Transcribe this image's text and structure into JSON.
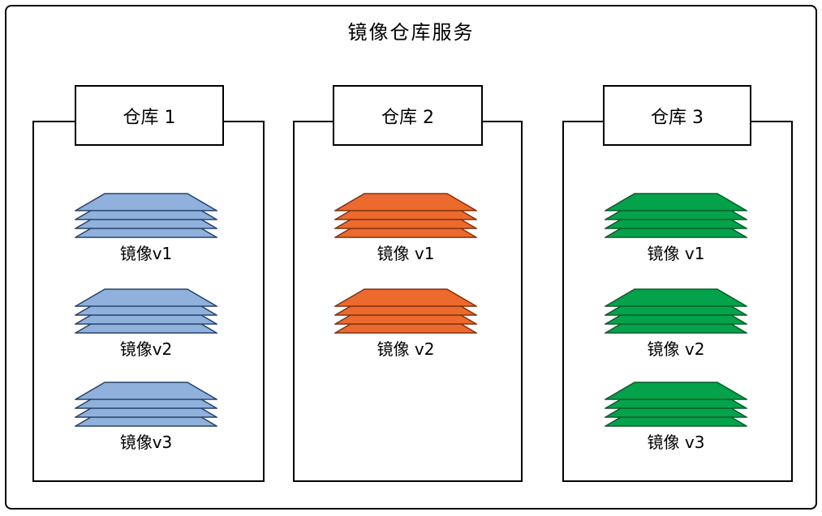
{
  "title": "镜像仓库服务",
  "layers_per_stack": 4,
  "repos": [
    {
      "name": "仓库 1",
      "fill": "#8FB1DC",
      "stroke": "#27426B",
      "images": [
        "镜像v1",
        "镜像v2",
        "镜像v3"
      ]
    },
    {
      "name": "仓库 2",
      "fill": "#EC6A2D",
      "stroke": "#82300F",
      "images": [
        "镜像 v1",
        "镜像 v2"
      ]
    },
    {
      "name": "仓库 3",
      "fill": "#04A24A",
      "stroke": "#0A5C2B",
      "images": [
        "镜像 v1",
        "镜像 v2",
        "镜像 v3"
      ]
    }
  ]
}
